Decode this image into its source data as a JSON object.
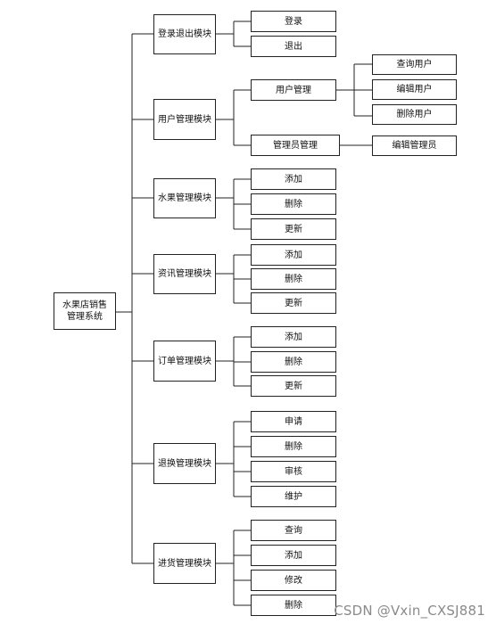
{
  "root": "水果店销售管理系统",
  "modules": {
    "login": {
      "label": "登录退出模块",
      "children": [
        "登录",
        "退出"
      ]
    },
    "user": {
      "label": "用户管理模块",
      "user_mgmt": {
        "label": "用户管理",
        "children": [
          "查询用户",
          "编辑用户",
          "删除用户"
        ]
      },
      "admin_mgmt": {
        "label": "管理员管理",
        "children": [
          "编辑管理员"
        ]
      }
    },
    "fruit": {
      "label": "水果管理模块",
      "children": [
        "添加",
        "删除",
        "更新"
      ]
    },
    "news": {
      "label": "资讯管理模块",
      "children": [
        "添加",
        "删除",
        "更新"
      ]
    },
    "order": {
      "label": "订单管理模块",
      "children": [
        "添加",
        "删除",
        "更新"
      ]
    },
    "return": {
      "label": "退换管理模块",
      "children": [
        "申请",
        "删除",
        "审核",
        "维护"
      ]
    },
    "purchase": {
      "label": "进货管理模块",
      "children": [
        "查询",
        "添加",
        "修改",
        "删除"
      ]
    }
  },
  "watermark": "CSDN @Vxin_CXSJ881"
}
